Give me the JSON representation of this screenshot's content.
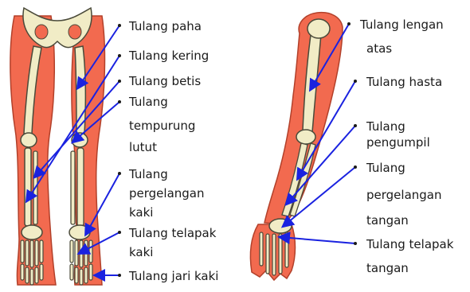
{
  "colors": {
    "muscle": "#f26a4f",
    "muscle_outline": "#b2402a",
    "bone": "#f1ecc6",
    "bone_outline": "#4a4a3a",
    "arrow": "#1a22e0",
    "text": "#1a1a1a"
  },
  "legs": {
    "labels": {
      "paha": "Tulang paha",
      "kering": "Tulang kering",
      "betis": "Tulang betis",
      "tempurung_1": "Tulang",
      "tempurung_2": "tempurung",
      "tempurung_3": "lutut",
      "pergelangan_1": "Tulang",
      "pergelangan_2": "pergelangan",
      "pergelangan_3": "kaki",
      "telapak_1": "Tulang telapak",
      "telapak_2": "kaki",
      "jari": "Tulang jari kaki"
    }
  },
  "arm": {
    "labels": {
      "lengan_1": "Tulang lengan",
      "lengan_2": "atas",
      "hasta": "Tulang hasta",
      "pengumpil_1": "Tulang",
      "pengumpil_2": "pengumpil",
      "pergelangan_1": "Tulang",
      "pergelangan_2": "pergelangan",
      "pergelangan_3": "tangan",
      "telapak_1": "Tulang telapak",
      "telapak_2": "tangan"
    }
  }
}
